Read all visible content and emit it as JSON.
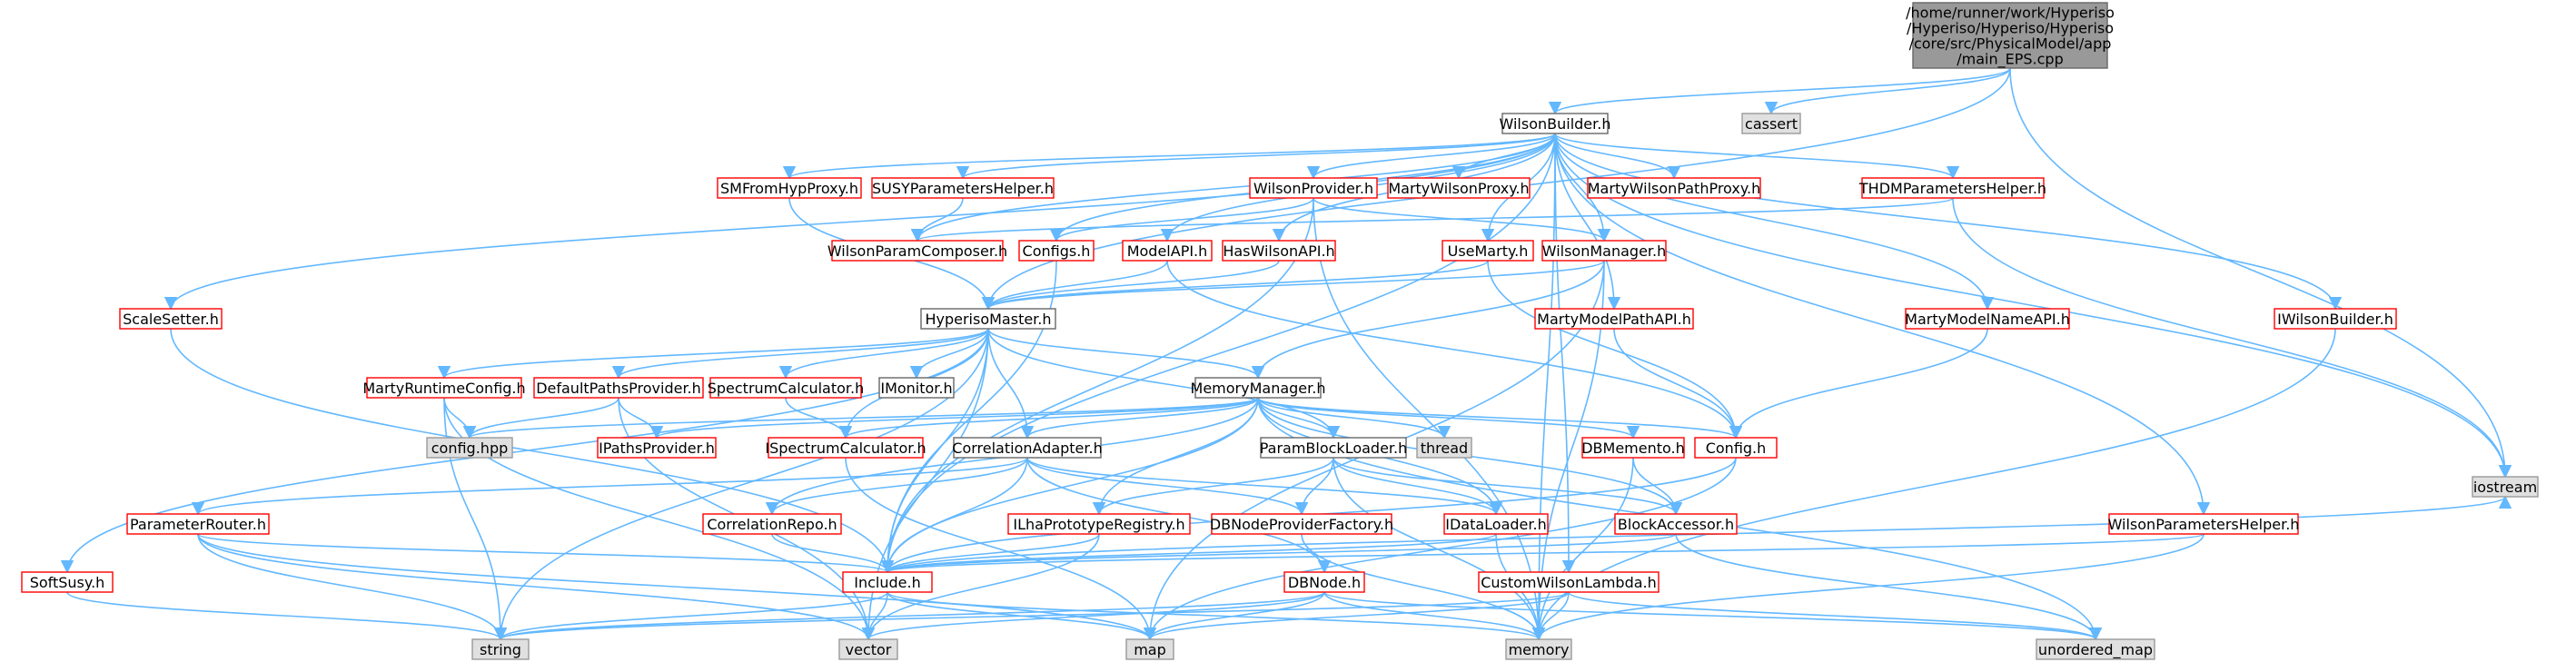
{
  "colors": {
    "edge": "#63b8ff",
    "red_border": "#ff0000",
    "black_border": "#666666",
    "gray_fill": "#e0e0e0",
    "gray_border": "#999999",
    "root_fill": "#999999",
    "root_border": "#666666",
    "text": "#000000",
    "red_text": "#000000"
  },
  "nodes": [
    {
      "id": "main",
      "label": "/home/runner/work/Hyperiso\n/Hyperiso/Hyperiso/Hyperiso\n/core/src/PhysicalModel/app\n/main_EPS.cpp",
      "style": "root"
    },
    {
      "id": "WilsonBuilder",
      "label": "WilsonBuilder.h",
      "style": "black"
    },
    {
      "id": "cassert",
      "label": "cassert",
      "style": "gray"
    },
    {
      "id": "iostream",
      "label": "iostream",
      "style": "gray"
    },
    {
      "id": "SMFromHypProxy",
      "label": "SMFromHypProxy.h",
      "style": "red"
    },
    {
      "id": "SUSYParametersHelper",
      "label": "SUSYParametersHelper.h",
      "style": "red"
    },
    {
      "id": "WilsonProvider",
      "label": "WilsonProvider.h",
      "style": "red"
    },
    {
      "id": "MartyWilsonProxy",
      "label": "MartyWilsonProxy.h",
      "style": "red"
    },
    {
      "id": "MartyWilsonPathProxy",
      "label": "MartyWilsonPathProxy.h",
      "style": "red"
    },
    {
      "id": "THDMParametersHelper",
      "label": "THDMParametersHelper.h",
      "style": "red"
    },
    {
      "id": "WilsonParamComposer",
      "label": "WilsonParamComposer.h",
      "style": "red"
    },
    {
      "id": "Configs",
      "label": "Configs.h",
      "style": "red"
    },
    {
      "id": "ModelAPI",
      "label": "ModelAPI.h",
      "style": "red"
    },
    {
      "id": "HasWilsonAPI",
      "label": "HasWilsonAPI.h",
      "style": "red"
    },
    {
      "id": "UseMarty",
      "label": "UseMarty.h",
      "style": "red"
    },
    {
      "id": "WilsonManager",
      "label": "WilsonManager.h",
      "style": "red"
    },
    {
      "id": "ScaleSetter",
      "label": "ScaleSetter.h",
      "style": "red"
    },
    {
      "id": "HyperisoMaster",
      "label": "HyperisoMaster.h",
      "style": "black"
    },
    {
      "id": "MartyModelPathAPI",
      "label": "MartyModelPathAPI.h",
      "style": "red"
    },
    {
      "id": "MartyModelNameAPI",
      "label": "MartyModelNameAPI.h",
      "style": "red"
    },
    {
      "id": "IWilsonBuilder",
      "label": "IWilsonBuilder.h",
      "style": "red"
    },
    {
      "id": "MartyRuntimeConfig",
      "label": "MartyRuntimeConfig.h",
      "style": "red"
    },
    {
      "id": "DefaultPathsProvider",
      "label": "DefaultPathsProvider.h",
      "style": "red"
    },
    {
      "id": "SpectrumCalculator",
      "label": "SpectrumCalculator.h",
      "style": "red"
    },
    {
      "id": "IMonitor",
      "label": "IMonitor.h",
      "style": "black"
    },
    {
      "id": "MemoryManager",
      "label": "MemoryManager.h",
      "style": "black"
    },
    {
      "id": "confighpp",
      "label": "config.hpp",
      "style": "gray"
    },
    {
      "id": "IPathsProvider",
      "label": "IPathsProvider.h",
      "style": "red"
    },
    {
      "id": "ISpectrumCalculator",
      "label": "ISpectrumCalculator.h",
      "style": "red"
    },
    {
      "id": "CorrelationAdapter",
      "label": "CorrelationAdapter.h",
      "style": "black"
    },
    {
      "id": "ParamBlockLoader",
      "label": "ParamBlockLoader.h",
      "style": "black"
    },
    {
      "id": "thread",
      "label": "thread",
      "style": "gray"
    },
    {
      "id": "DBMemento",
      "label": "DBMemento.h",
      "style": "red"
    },
    {
      "id": "ConfigH",
      "label": "Config.h",
      "style": "red"
    },
    {
      "id": "ParameterRouter",
      "label": "ParameterRouter.h",
      "style": "red"
    },
    {
      "id": "CorrelationRepo",
      "label": "CorrelationRepo.h",
      "style": "red"
    },
    {
      "id": "ILhaPrototypeRegistry",
      "label": "ILhaPrototypeRegistry.h",
      "style": "red"
    },
    {
      "id": "DBNodeProviderFactory",
      "label": "DBNodeProviderFactory.h",
      "style": "red"
    },
    {
      "id": "IDataLoader",
      "label": "IDataLoader.h",
      "style": "red"
    },
    {
      "id": "BlockAccessor",
      "label": "BlockAccessor.h",
      "style": "red"
    },
    {
      "id": "WilsonParametersHelper",
      "label": "WilsonParametersHelper.h",
      "style": "red"
    },
    {
      "id": "SoftSusy",
      "label": "SoftSusy.h",
      "style": "red"
    },
    {
      "id": "Include",
      "label": "Include.h",
      "style": "red"
    },
    {
      "id": "DBNode",
      "label": "DBNode.h",
      "style": "red"
    },
    {
      "id": "CustomWilsonLambda",
      "label": "CustomWilsonLambda.h",
      "style": "red"
    },
    {
      "id": "string",
      "label": "string",
      "style": "gray"
    },
    {
      "id": "vector",
      "label": "vector",
      "style": "gray"
    },
    {
      "id": "map",
      "label": "map",
      "style": "gray"
    },
    {
      "id": "memory",
      "label": "memory",
      "style": "gray"
    },
    {
      "id": "unordered_map",
      "label": "unordered_map",
      "style": "gray"
    }
  ],
  "edges": [
    [
      "main",
      "WilsonBuilder"
    ],
    [
      "main",
      "cassert"
    ],
    [
      "main",
      "iostream"
    ],
    [
      "main",
      "HyperisoMaster"
    ],
    [
      "WilsonBuilder",
      "SMFromHypProxy"
    ],
    [
      "WilsonBuilder",
      "SUSYParametersHelper"
    ],
    [
      "WilsonBuilder",
      "WilsonProvider"
    ],
    [
      "WilsonBuilder",
      "MartyWilsonProxy"
    ],
    [
      "WilsonBuilder",
      "MartyWilsonPathProxy"
    ],
    [
      "WilsonBuilder",
      "THDMParametersHelper"
    ],
    [
      "WilsonBuilder",
      "WilsonParamComposer"
    ],
    [
      "WilsonBuilder",
      "Configs"
    ],
    [
      "WilsonBuilder",
      "ModelAPI"
    ],
    [
      "WilsonBuilder",
      "HasWilsonAPI"
    ],
    [
      "WilsonBuilder",
      "UseMarty"
    ],
    [
      "WilsonBuilder",
      "WilsonManager"
    ],
    [
      "WilsonBuilder",
      "ScaleSetter"
    ],
    [
      "WilsonBuilder",
      "MartyModelPathAPI"
    ],
    [
      "WilsonBuilder",
      "MartyModelNameAPI"
    ],
    [
      "WilsonBuilder",
      "IWilsonBuilder"
    ],
    [
      "WilsonBuilder",
      "WilsonParametersHelper"
    ],
    [
      "WilsonBuilder",
      "Include"
    ],
    [
      "WilsonBuilder",
      "CustomWilsonLambda"
    ],
    [
      "WilsonBuilder",
      "memory"
    ],
    [
      "WilsonBuilder",
      "iostream"
    ],
    [
      "SMFromHypProxy",
      "HyperisoMaster"
    ],
    [
      "SUSYParametersHelper",
      "WilsonParamComposer"
    ],
    [
      "WilsonProvider",
      "Configs"
    ],
    [
      "WilsonProvider",
      "WilsonManager"
    ],
    [
      "WilsonProvider",
      "Include"
    ],
    [
      "WilsonProvider",
      "memory"
    ],
    [
      "THDMParametersHelper",
      "WilsonParamComposer"
    ],
    [
      "THDMParametersHelper",
      "iostream"
    ],
    [
      "ModelAPI",
      "HyperisoMaster"
    ],
    [
      "ModelAPI",
      "ConfigH"
    ],
    [
      "HasWilsonAPI",
      "HyperisoMaster"
    ],
    [
      "UseMarty",
      "HyperisoMaster"
    ],
    [
      "UseMarty",
      "ConfigH"
    ],
    [
      "WilsonManager",
      "HyperisoMaster"
    ],
    [
      "WilsonManager",
      "MemoryManager"
    ],
    [
      "WilsonManager",
      "map"
    ],
    [
      "WilsonManager",
      "memory"
    ],
    [
      "Configs",
      "Include"
    ],
    [
      "ScaleSetter",
      "Include"
    ],
    [
      "MartyModelPathAPI",
      "ConfigH"
    ],
    [
      "MartyModelNameAPI",
      "ConfigH"
    ],
    [
      "IWilsonBuilder",
      "memory"
    ],
    [
      "HyperisoMaster",
      "MartyRuntimeConfig"
    ],
    [
      "HyperisoMaster",
      "DefaultPathsProvider"
    ],
    [
      "HyperisoMaster",
      "SpectrumCalculator"
    ],
    [
      "HyperisoMaster",
      "IMonitor"
    ],
    [
      "HyperisoMaster",
      "MemoryManager"
    ],
    [
      "HyperisoMaster",
      "CorrelationAdapter"
    ],
    [
      "HyperisoMaster",
      "ParamBlockLoader"
    ],
    [
      "HyperisoMaster",
      "ISpectrumCalculator"
    ],
    [
      "HyperisoMaster",
      "SoftSusy"
    ],
    [
      "HyperisoMaster",
      "Include"
    ],
    [
      "HyperisoMaster",
      "string"
    ],
    [
      "HyperisoMaster",
      "vector"
    ],
    [
      "MartyRuntimeConfig",
      "confighpp"
    ],
    [
      "MartyRuntimeConfig",
      "string"
    ],
    [
      "MartyRuntimeConfig",
      "vector"
    ],
    [
      "DefaultPathsProvider",
      "confighpp"
    ],
    [
      "DefaultPathsProvider",
      "IPathsProvider"
    ],
    [
      "DefaultPathsProvider",
      "vector"
    ],
    [
      "SpectrumCalculator",
      "ISpectrumCalculator"
    ],
    [
      "MemoryManager",
      "confighpp"
    ],
    [
      "MemoryManager",
      "IPathsProvider"
    ],
    [
      "MemoryManager",
      "ISpectrumCalculator"
    ],
    [
      "MemoryManager",
      "CorrelationAdapter"
    ],
    [
      "MemoryManager",
      "ParamBlockLoader"
    ],
    [
      "MemoryManager",
      "thread"
    ],
    [
      "MemoryManager",
      "DBMemento"
    ],
    [
      "MemoryManager",
      "ConfigH"
    ],
    [
      "MemoryManager",
      "CorrelationRepo"
    ],
    [
      "MemoryManager",
      "ILhaPrototypeRegistry"
    ],
    [
      "MemoryManager",
      "IDataLoader"
    ],
    [
      "MemoryManager",
      "BlockAccessor"
    ],
    [
      "MemoryManager",
      "Include"
    ],
    [
      "MemoryManager",
      "unordered_map"
    ],
    [
      "ISpectrumCalculator",
      "map"
    ],
    [
      "CorrelationAdapter",
      "ParameterRouter"
    ],
    [
      "CorrelationAdapter",
      "CorrelationRepo"
    ],
    [
      "CorrelationAdapter",
      "DBNodeProviderFactory"
    ],
    [
      "CorrelationAdapter",
      "IDataLoader"
    ],
    [
      "CorrelationAdapter",
      "Include"
    ],
    [
      "CorrelationAdapter",
      "DBNode"
    ],
    [
      "ParamBlockLoader",
      "ILhaPrototypeRegistry"
    ],
    [
      "ParamBlockLoader",
      "DBNodeProviderFactory"
    ],
    [
      "ParamBlockLoader",
      "IDataLoader"
    ],
    [
      "ParamBlockLoader",
      "BlockAccessor"
    ],
    [
      "ParamBlockLoader",
      "memory"
    ],
    [
      "DBMemento",
      "BlockAccessor"
    ],
    [
      "DBMemento",
      "memory"
    ],
    [
      "ConfigH",
      "Include"
    ],
    [
      "ConfigH",
      "map"
    ],
    [
      "ParameterRouter",
      "Include"
    ],
    [
      "ParameterRouter",
      "string"
    ],
    [
      "ParameterRouter",
      "vector"
    ],
    [
      "ParameterRouter",
      "map"
    ],
    [
      "CorrelationRepo",
      "Include"
    ],
    [
      "ILhaPrototypeRegistry",
      "Include"
    ],
    [
      "ILhaPrototypeRegistry",
      "vector"
    ],
    [
      "DBNodeProviderFactory",
      "memory"
    ],
    [
      "IDataLoader",
      "Include"
    ],
    [
      "IDataLoader",
      "memory"
    ],
    [
      "BlockAccessor",
      "Include"
    ],
    [
      "BlockAccessor",
      "unordered_map"
    ],
    [
      "WilsonParametersHelper",
      "Include"
    ],
    [
      "WilsonParametersHelper",
      "memory"
    ],
    [
      "SoftSusy",
      "string"
    ],
    [
      "Include",
      "string"
    ],
    [
      "Include",
      "vector"
    ],
    [
      "Include",
      "map"
    ],
    [
      "Include",
      "memory"
    ],
    [
      "Include",
      "iostream"
    ],
    [
      "DBNode",
      "string"
    ],
    [
      "DBNode",
      "vector"
    ],
    [
      "DBNode",
      "map"
    ],
    [
      "DBNode",
      "memory"
    ],
    [
      "DBNode",
      "unordered_map"
    ],
    [
      "CustomWilsonLambda",
      "string"
    ],
    [
      "CustomWilsonLambda",
      "map"
    ],
    [
      "CustomWilsonLambda",
      "memory"
    ],
    [
      "CustomWilsonLambda",
      "unordered_map"
    ]
  ]
}
